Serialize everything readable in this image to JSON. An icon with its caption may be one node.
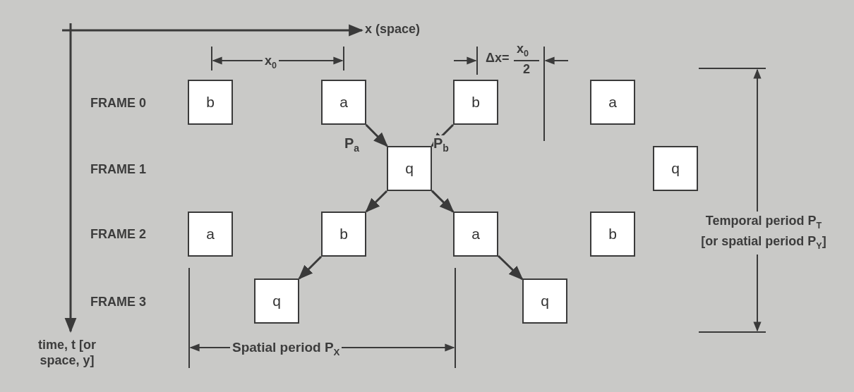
{
  "diagram": {
    "nodes": [
      {
        "text": [
          "b"
        ]
      },
      {
        "text": [
          "a"
        ]
      },
      {
        "text": [
          "b"
        ]
      },
      {
        "text": [
          "a"
        ]
      },
      {
        "text": [
          "q"
        ]
      },
      {
        "text": [
          "q"
        ]
      },
      {
        "text": [
          "a"
        ]
      },
      {
        "text": [
          "b"
        ]
      },
      {
        "text": [
          "a"
        ]
      },
      {
        "text": [
          "b"
        ]
      },
      {
        "text": [
          "q"
        ]
      },
      {
        "text": [
          "q"
        ]
      }
    ],
    "edges": [
      {
        "from": 1,
        "to": 4,
        "arrow": "to",
        "label": "P$_{a}$"
      },
      {
        "from": 2,
        "to": 4,
        "arrow": "to",
        "label": "P$_{b}$"
      },
      {
        "from": 4,
        "to": 7,
        "arrow": "to"
      },
      {
        "from": 4,
        "to": 8,
        "arrow": "to"
      },
      {
        "from": 7,
        "to": 10,
        "arrow": "to"
      },
      {
        "from": 8,
        "to": 11,
        "arrow": "to"
      }
    ],
    "labels": [
      "x (space)",
      "x$_{0}$",
      "Δx=",
      "x$_{0}$",
      "2",
      "FRAME 0",
      "FRAME 1",
      "FRAME 2",
      "FRAME 3",
      "Temporal period P$_{T}$ [or spatial period P$_{Y}$]",
      "time, t [or space, y]",
      "Spatial period P$_{X}$"
    ]
  }
}
